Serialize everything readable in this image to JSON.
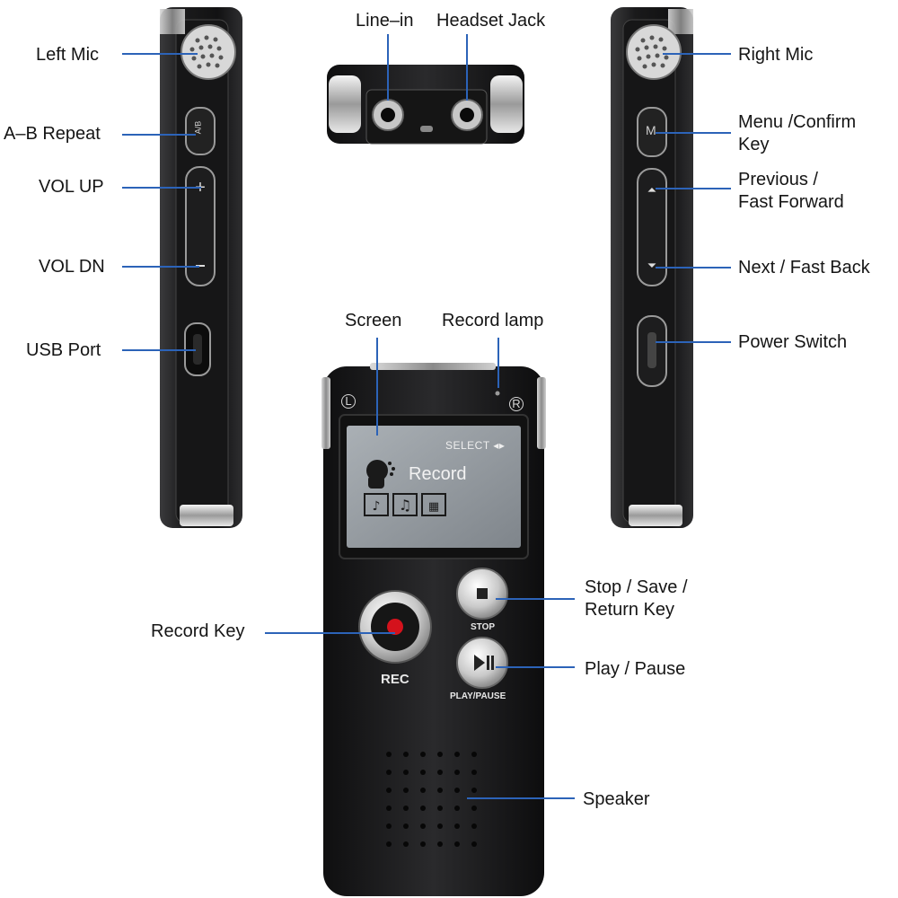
{
  "labels": {
    "left_mic": "Left Mic",
    "ab_repeat": "A–B Repeat",
    "vol_up": "VOL UP",
    "vol_dn": "VOL DN",
    "usb_port": "USB Port",
    "line_in": "Line–in",
    "headset_jack": "Headset Jack",
    "right_mic": "Right Mic",
    "menu_confirm": "Menu /Confirm\nKey",
    "previous": "Previous /\nFast Forward",
    "next": "Next / Fast Back",
    "power_switch": "Power Switch",
    "screen": "Screen",
    "record_lamp": "Record lamp",
    "stop_save": "Stop / Save /\nReturn Key",
    "play_pause": "Play / Pause",
    "record_key": "Record Key",
    "speaker": "Speaker"
  },
  "device": {
    "screen_select": "SELECT",
    "screen_mode": "Record",
    "rec_label": "REC",
    "stop_label": "STOP",
    "play_label": "PLAY/PAUSE",
    "left_corner": "L",
    "right_corner": "R",
    "ab_key": "A/B",
    "menu_key": "M"
  },
  "colors": {
    "leader": "#2c63b8",
    "body": "#1b1b1d",
    "screen_bg": "#8e9399",
    "rec_dot": "#d4121c"
  }
}
